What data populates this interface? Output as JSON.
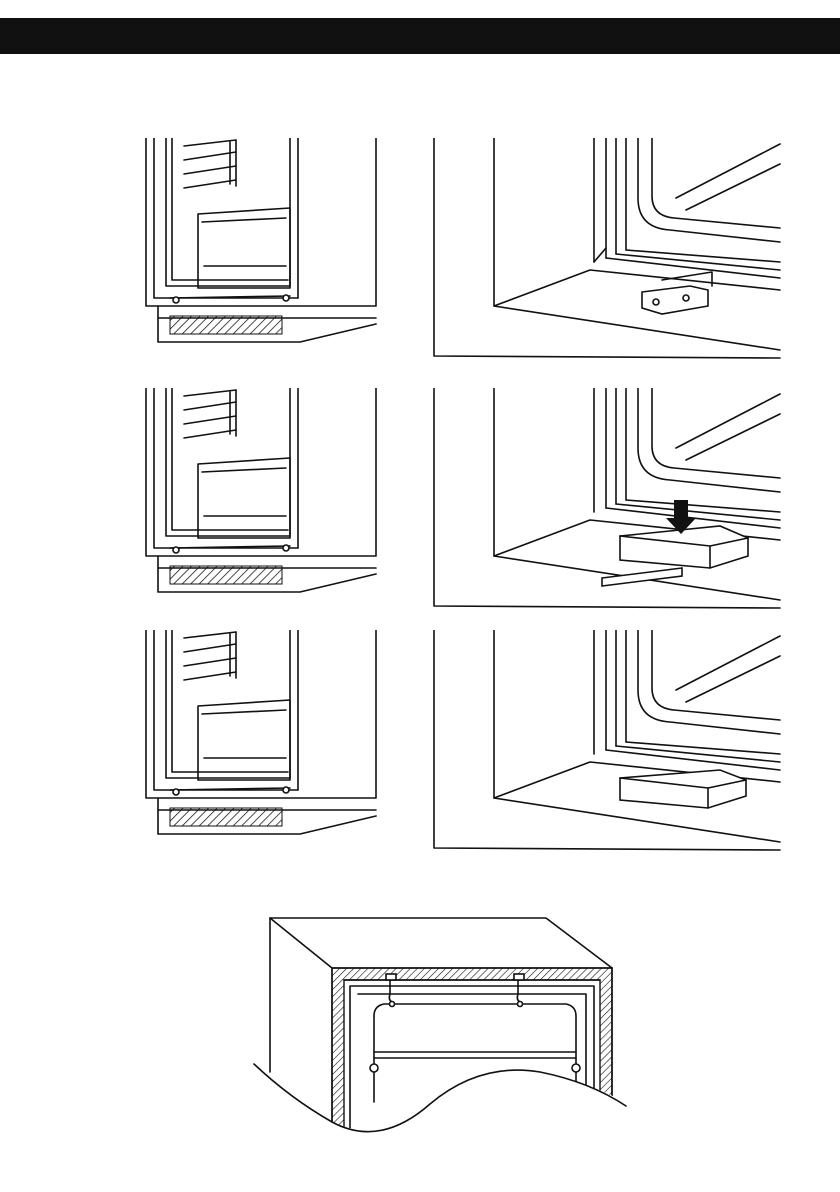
{
  "page": {
    "header_bar_color": "#111111",
    "figures": [
      {
        "name": "fridge-step-1",
        "icon": "built-in-fridge-open"
      },
      {
        "name": "hinge-detail-step-1",
        "icon": "door-hinge-bracket"
      },
      {
        "name": "fridge-step-2",
        "icon": "built-in-fridge-open"
      },
      {
        "name": "cover-detail-step-2",
        "icon": "hinge-cover-press-down"
      },
      {
        "name": "fridge-step-3",
        "icon": "built-in-fridge-open"
      },
      {
        "name": "cover-detail-step-3",
        "icon": "hinge-cover-installed"
      },
      {
        "name": "cabinet-top-section",
        "icon": "cabinet-top-screws"
      }
    ]
  }
}
